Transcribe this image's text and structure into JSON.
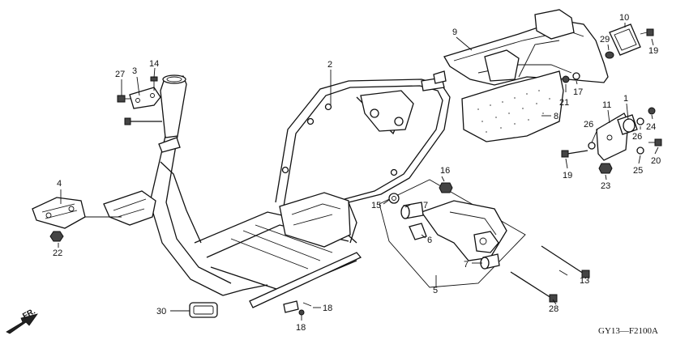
{
  "labels": {
    "p1": "1",
    "p2": "2",
    "p3": "3",
    "p4": "4",
    "p5": "5",
    "p6": "6",
    "p7a": "7",
    "p7b": "7",
    "p8": "8",
    "p9": "9",
    "p10": "10",
    "p11": "11",
    "p13": "13",
    "p14": "14",
    "p15": "15",
    "p16": "16",
    "p17": "17",
    "p18a": "18",
    "p18b": "18",
    "p19a": "19",
    "p19b": "19",
    "p20": "20",
    "p21": "21",
    "p22": "22",
    "p23": "23",
    "p24": "24",
    "p25": "25",
    "p26a": "26",
    "p26b": "26",
    "p27": "27",
    "p28": "28",
    "p29": "29",
    "p30": "30"
  },
  "direction_mark": "FR.",
  "diagram_code": "GY13—F2100A"
}
